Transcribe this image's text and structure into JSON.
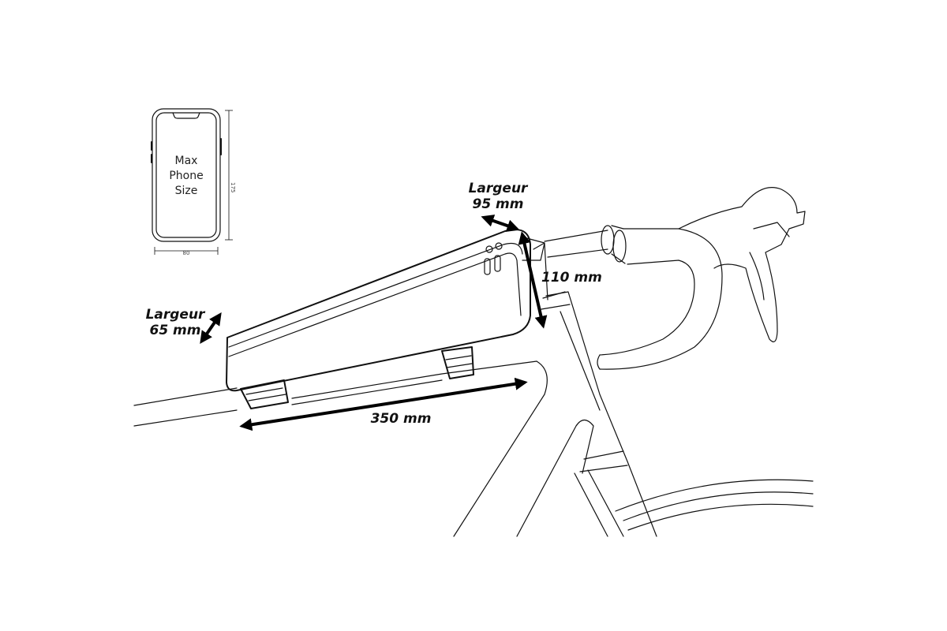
{
  "phone": {
    "line1": "Max",
    "line2": "Phone",
    "line3": "Size",
    "height_label": "175",
    "width_label": "80"
  },
  "labels": {
    "width_front_line1": "Largeur",
    "width_front_line2": "95 mm",
    "width_rear_line1": "Largeur",
    "width_rear_line2": "65 mm",
    "height": "110 mm",
    "length": "350 mm"
  }
}
